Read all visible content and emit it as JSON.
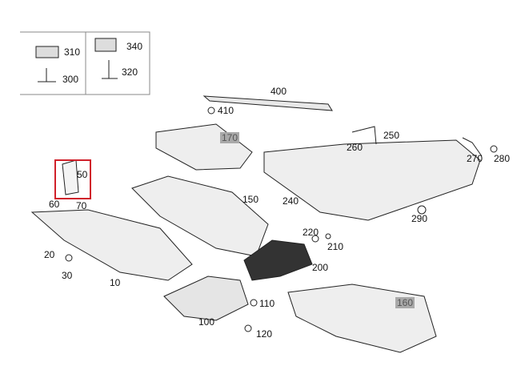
{
  "diagram": {
    "callouts": [
      "310",
      "340",
      "300",
      "320",
      "400",
      "410",
      "170",
      "250",
      "260",
      "270",
      "280",
      "50",
      "60",
      "70",
      "150",
      "240",
      "290",
      "220",
      "210",
      "200",
      "20",
      "30",
      "10",
      "110",
      "100",
      "120",
      "160"
    ],
    "highlighted": [
      "170",
      "160"
    ],
    "selected": "50",
    "colors": {
      "highlight_bg": "#a9a9a9",
      "selection": "#d0202a"
    }
  }
}
